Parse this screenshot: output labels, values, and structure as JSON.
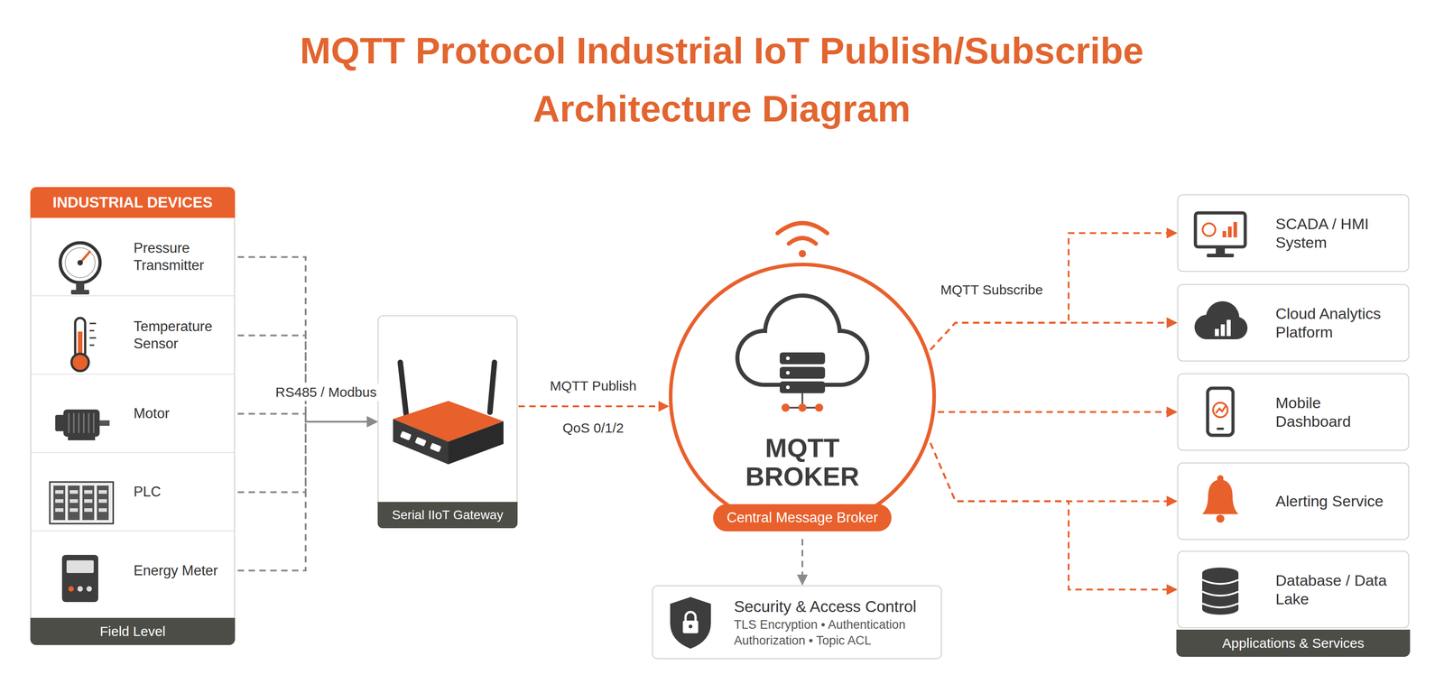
{
  "diagram": {
    "title": "MQTT Protocol Industrial IoT Publish/Subscribe Architecture Diagram",
    "nodes": [
      {
        "text": [
          "INDUSTRIAL DEVICES",
          "Field Level"
        ]
      },
      {
        "text": [
          "Pressure Transmitter"
        ],
        "in": 0
      },
      {
        "text": [
          "Temperature Sensor"
        ],
        "in": 0
      },
      {
        "text": [
          "Motor"
        ],
        "in": 0
      },
      {
        "text": [
          "PLC"
        ],
        "in": 0
      },
      {
        "text": [
          "Energy Meter"
        ],
        "in": 0
      },
      {
        "text": [
          "Serial IIoT Gateway"
        ]
      },
      {
        "text": [
          "MQTT BROKER",
          "Central Message Broker"
        ]
      },
      {
        "text": [
          "Security & Access Control",
          "TLS Encryption • Authentication Authorization • Topic ACL"
        ]
      },
      {
        "text": [
          "Applications & Services"
        ]
      },
      {
        "text": [
          "SCADA / HMI System"
        ],
        "in": 9
      },
      {
        "text": [
          "Cloud Analytics Platform"
        ],
        "in": 9
      },
      {
        "text": [
          "Mobile Dashboard"
        ],
        "in": 9
      },
      {
        "text": [
          "Alerting Service"
        ],
        "in": 9
      },
      {
        "text": [
          "Database / Data Lake"
        ],
        "in": 9
      }
    ],
    "edges": [
      {
        "from": 1,
        "to": 6,
        "arrow": "to"
      },
      {
        "from": 2,
        "to": 6,
        "arrow": "to"
      },
      {
        "from": 3,
        "to": 6,
        "arrow": "to",
        "label": "RS485 / Modbus"
      },
      {
        "from": 4,
        "to": 6,
        "arrow": "to"
      },
      {
        "from": 5,
        "to": 6,
        "arrow": "to"
      },
      {
        "from": 6,
        "to": 7,
        "arrow": "to",
        "label": "MQTT Publish"
      },
      {
        "from": 7,
        "to": 8,
        "arrow": "to"
      },
      {
        "from": 7,
        "to": 10,
        "arrow": "to"
      },
      {
        "from": 7,
        "to": 11,
        "arrow": "to",
        "label": "MQTT Subscribe"
      },
      {
        "from": 7,
        "to": 12,
        "arrow": "to"
      },
      {
        "from": 7,
        "to": 13,
        "arrow": "to"
      },
      {
        "from": 7,
        "to": 14,
        "arrow": "to"
      }
    ],
    "labels": [
      "QoS 0/1/2"
    ]
  }
}
